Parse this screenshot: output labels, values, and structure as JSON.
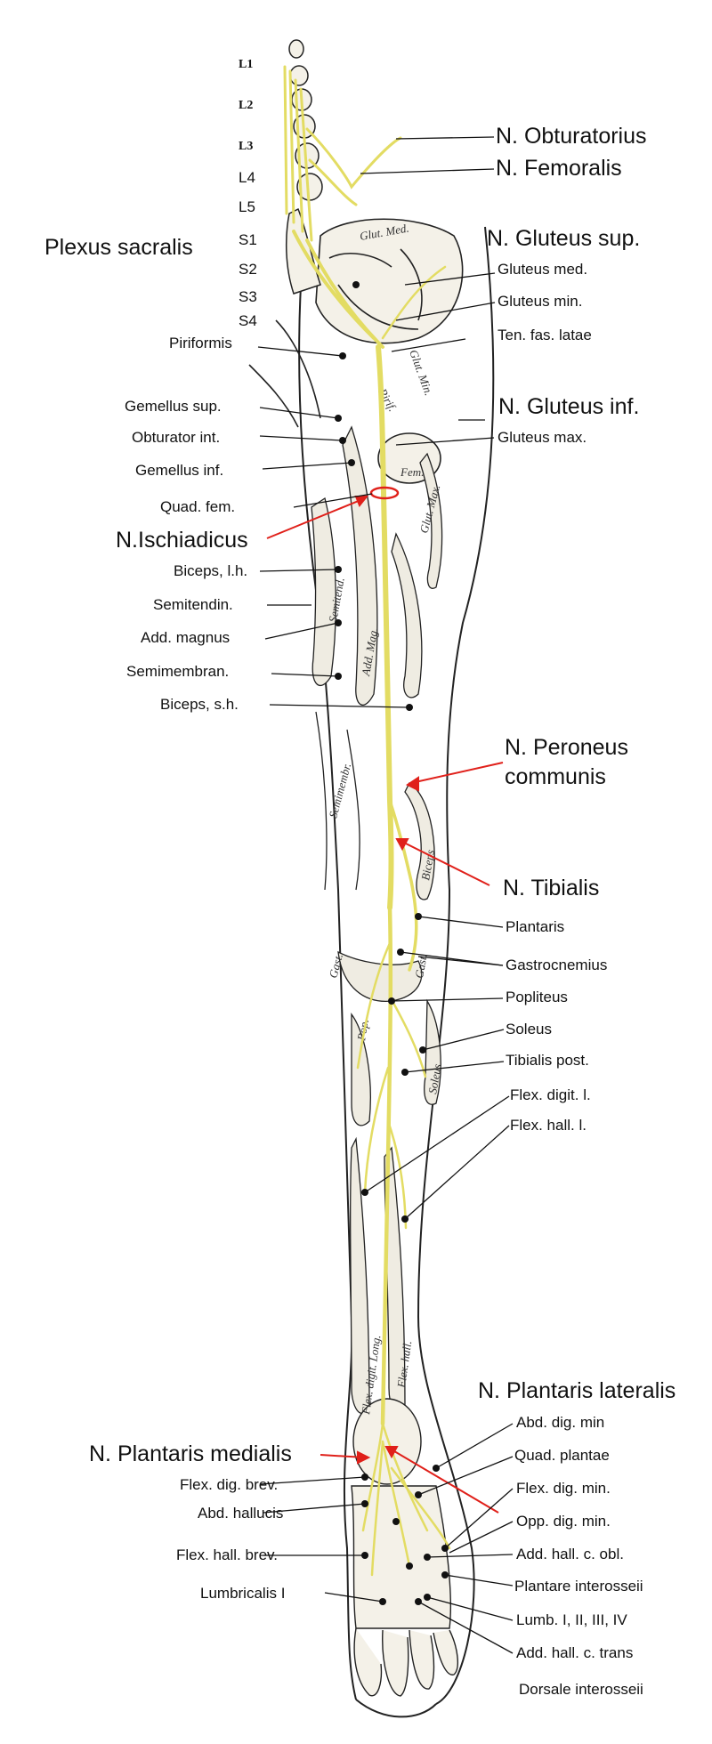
{
  "spinal_levels": [
    "L1",
    "L2",
    "L3",
    "L4",
    "L5",
    "S1",
    "S2",
    "S3",
    "S4"
  ],
  "muscle_words": [
    "Glut. Med.",
    "Glut. Min.",
    "Pirif.",
    "Fem.",
    "Glut. Max.",
    "Semitend.",
    "Add. Mag.",
    "Semimembr.",
    "Biceps",
    "Gast.",
    "Pop.",
    "Soleus",
    "Flex. digit. Long.",
    "Flex. hall.",
    "Gast."
  ],
  "labels": {
    "n_obturatorius": "N. Obturatorius",
    "n_femoralis": "N. Femoralis",
    "plexus_sacralis": "Plexus sacralis",
    "n_gluteus_sup": "N. Gluteus sup.",
    "gluteus_med": "Gluteus med.",
    "gluteus_min": "Gluteus min.",
    "ten_fas_latae": "Ten. fas. latae",
    "piriformis": "Piriformis",
    "n_gluteus_inf": "N. Gluteus inf.",
    "gemellus_sup": "Gemellus sup.",
    "obturator_int": "Obturator int.",
    "gluteus_max": "Gluteus max.",
    "gemellus_inf": "Gemellus inf.",
    "quad_fem": "Quad. fem.",
    "n_ischiadicus": "N.Ischiadicus",
    "biceps_lh": "Biceps, l.h.",
    "semitendin": "Semitendin.",
    "add_magnus": "Add. magnus",
    "semimembran": "Semimembran.",
    "biceps_sh": "Biceps, s.h.",
    "n_peroneus_1": "N. Peroneus",
    "n_peroneus_2": "communis",
    "n_tibialis": "N. Tibialis",
    "plantaris": "Plantaris",
    "gastrocnemius": "Gastrocnemius",
    "popliteus": "Popliteus",
    "soleus": "Soleus",
    "tibialis_post": "Tibialis post.",
    "flex_digit_l": "Flex. digit. l.",
    "flex_hall_l": "Flex. hall. l.",
    "n_plantaris_lateralis": "N. Plantaris lateralis",
    "n_plantaris_medialis": "N. Plantaris medialis",
    "abd_dig_min": "Abd. dig. min",
    "quad_plantae": "Quad. plantae",
    "flex_dig_brev": "Flex. dig. brev.",
    "flex_dig_min": "Flex. dig. min.",
    "abd_hallucis": "Abd. hallucis",
    "opp_dig_min": "Opp. dig. min.",
    "flex_hall_brev": "Flex. hall. brev.",
    "add_hall_c_obl": "Add. hall.  c. obl.",
    "plantare_interosseii": "Plantare interosseii",
    "lumbricalis_i": "Lumbricalis I",
    "lumb_i_iv": "Lumb. I, II, III, IV",
    "add_hall_c_trans": "Add. hall. c. trans",
    "dorsale_interosseii": "Dorsale interosseii"
  },
  "colors": {
    "nerve": "#e3dc63",
    "pointer_red": "#e0201a",
    "ink": "#111111",
    "bone": "#f4f1e8"
  }
}
